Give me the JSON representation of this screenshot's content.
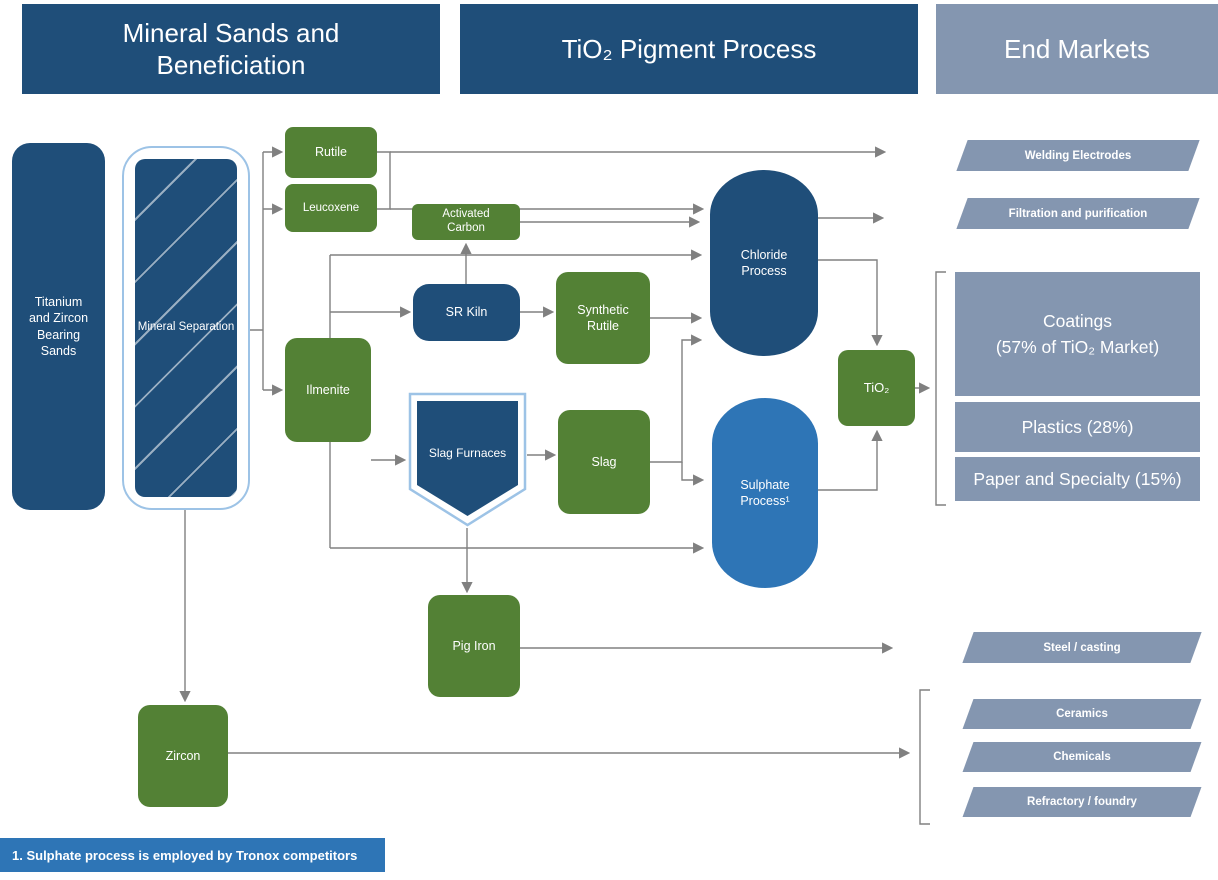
{
  "headers": {
    "minerals": "Mineral Sands and Beneficiation",
    "pigment": "TiO₂ Pigment Process",
    "markets": "End Markets"
  },
  "nodes": {
    "titanium_sands": "Titanium and Zircon Bearing Sands",
    "mineral_separation": "Mineral Separation",
    "rutile": "Rutile",
    "leucoxene": "Leucoxene",
    "activated_carbon": "Activated Carbon",
    "ilmenite": "Ilmenite",
    "sr_kiln": "SR Kiln",
    "synthetic_rutile": "Synthetic Rutile",
    "slag_furnaces": "Slag Furnaces",
    "slag": "Slag",
    "chloride_process": "Chloride Process",
    "sulphate_process": "Sulphate Process¹",
    "tio2": "TiO₂",
    "pig_iron": "Pig Iron",
    "zircon": "Zircon"
  },
  "end_markets": {
    "welding": "Welding Electrodes",
    "filtration": "Filtration and purification",
    "coatings_line1": "Coatings",
    "coatings_line2": "(57% of TiO₂ Market)",
    "plastics": "Plastics (28%)",
    "paper": "Paper and Specialty (15%)",
    "steel": "Steel / casting",
    "ceramics": "Ceramics",
    "chemicals": "Chemicals",
    "refractory": "Refractory / foundry"
  },
  "footnote": "1. Sulphate process is employed by Tronox competitors",
  "colors": {
    "dark_blue": "#1F4E79",
    "medium_blue": "#2E75B6",
    "green": "#538135",
    "gray_blue": "#8496B0",
    "light_blue_outline": "#9DC3E6",
    "arrow_gray": "#808080"
  }
}
